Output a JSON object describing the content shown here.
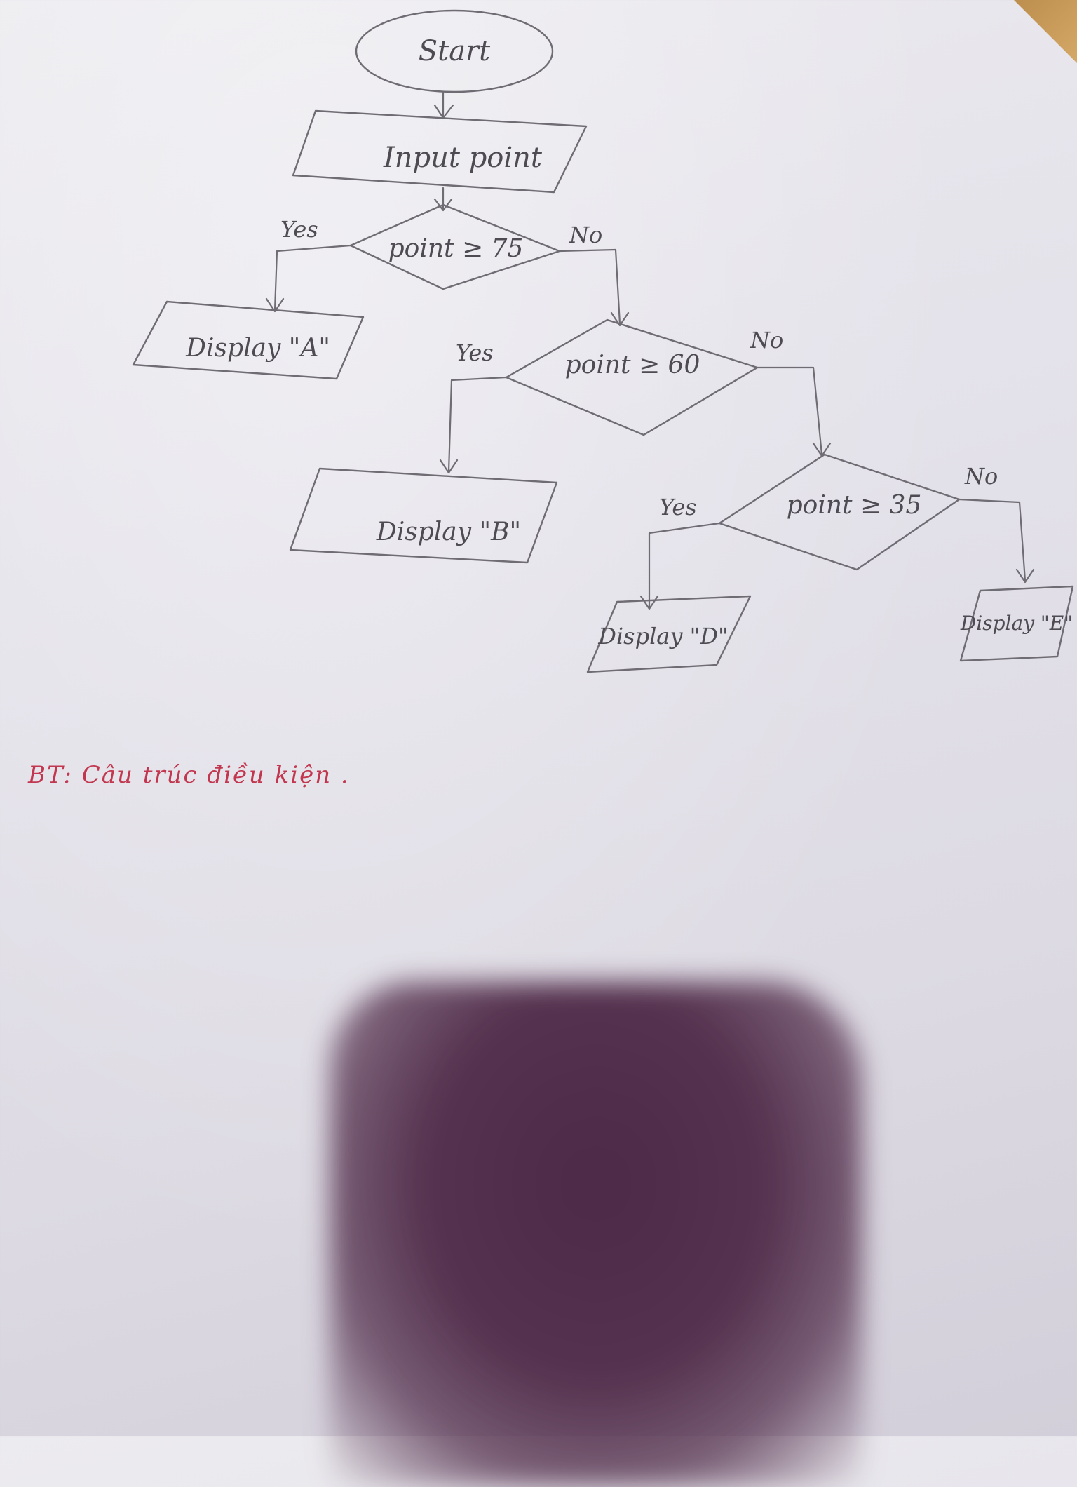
{
  "flowchart": {
    "start": "Start",
    "input": "Input point",
    "decisions": [
      {
        "condition": "point ≥ 75",
        "yes": "Yes",
        "no": "No"
      },
      {
        "condition": "point ≥ 60",
        "yes": "Yes",
        "no": "No"
      },
      {
        "condition": "point ≥ 35",
        "yes": "Yes",
        "no": "No"
      }
    ],
    "outputs": [
      "Display \"A\"",
      "Display \"B\"",
      "Display \"D\"",
      "Display \"E\""
    ]
  },
  "note": "BT: Câu trúc điều kiện ."
}
